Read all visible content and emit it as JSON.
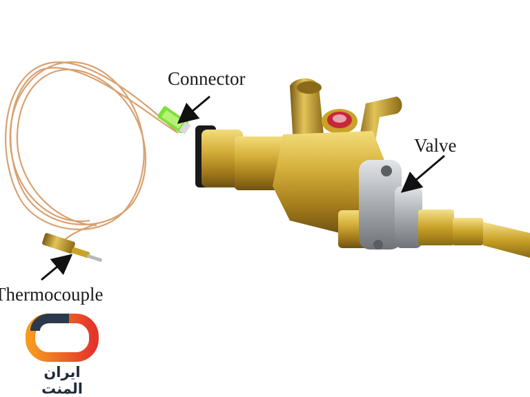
{
  "labels": {
    "connector": "Connector",
    "valve": "Valve",
    "thermocouple": "Thermocouple"
  },
  "brand": {
    "name": "ایران المنت",
    "logo_icon": "rounded-ring-logo-icon",
    "colors": {
      "orange": "#f07a1e",
      "red": "#e5342b",
      "dark": "#2b3a4a"
    }
  },
  "colors": {
    "copper_wire": "#d9a070",
    "brass": "#c9a227",
    "connector_green": "#7ee03a",
    "valve_steel": "#a7abb0"
  }
}
